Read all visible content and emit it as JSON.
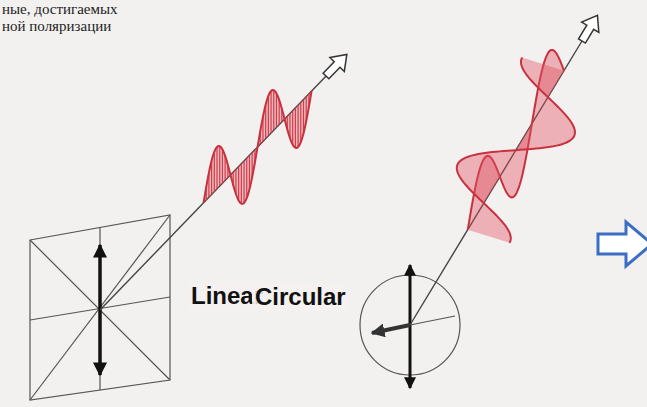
{
  "diagram": {
    "labels": [
      "ные, достигаемых",
      "ной поляризации",
      "Linear",
      "Circular"
    ]
  }
}
